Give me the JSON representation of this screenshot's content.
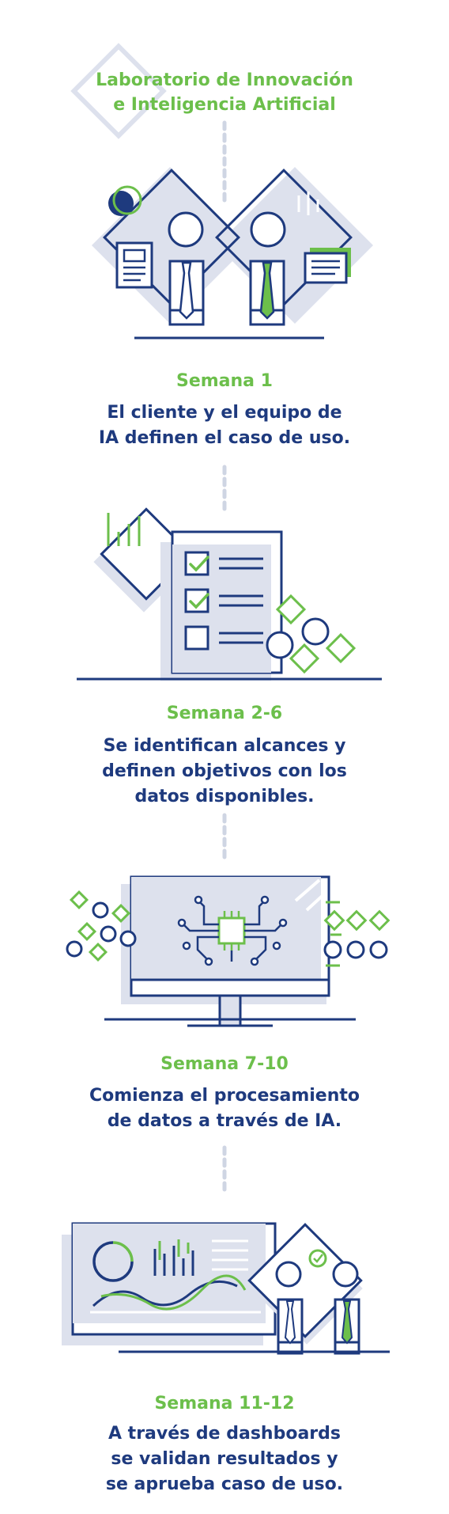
{
  "header": {
    "line1": "Laboratorio de Innovación",
    "line2": "e Inteligencia Artificial"
  },
  "steps": [
    {
      "week": "Semana 1",
      "lines": [
        "El cliente y el equipo de",
        "IA definen el caso de uso."
      ]
    },
    {
      "week": "Semana 2-6",
      "lines": [
        "Se identifican alcances y",
        "definen objetivos con los",
        "datos disponibles."
      ]
    },
    {
      "week": "Semana 7-10",
      "lines": [
        "Comienza el procesamiento",
        "de datos a través de IA."
      ]
    },
    {
      "week": "Semana 11-12",
      "lines": [
        "A través de dashboards",
        "se validan resultados y",
        "se aprueba caso de uso."
      ]
    }
  ],
  "icons": [
    "diamond-outline-icon",
    "people-meeting-icon",
    "checklist-document-icon",
    "monitor-ai-chip-icon",
    "dashboard-presentation-icon"
  ],
  "colors": {
    "navy": "#1e3a7e",
    "green": "#6cbf4b",
    "shade": "#dde1ed",
    "dash": "#cfd5e3"
  }
}
